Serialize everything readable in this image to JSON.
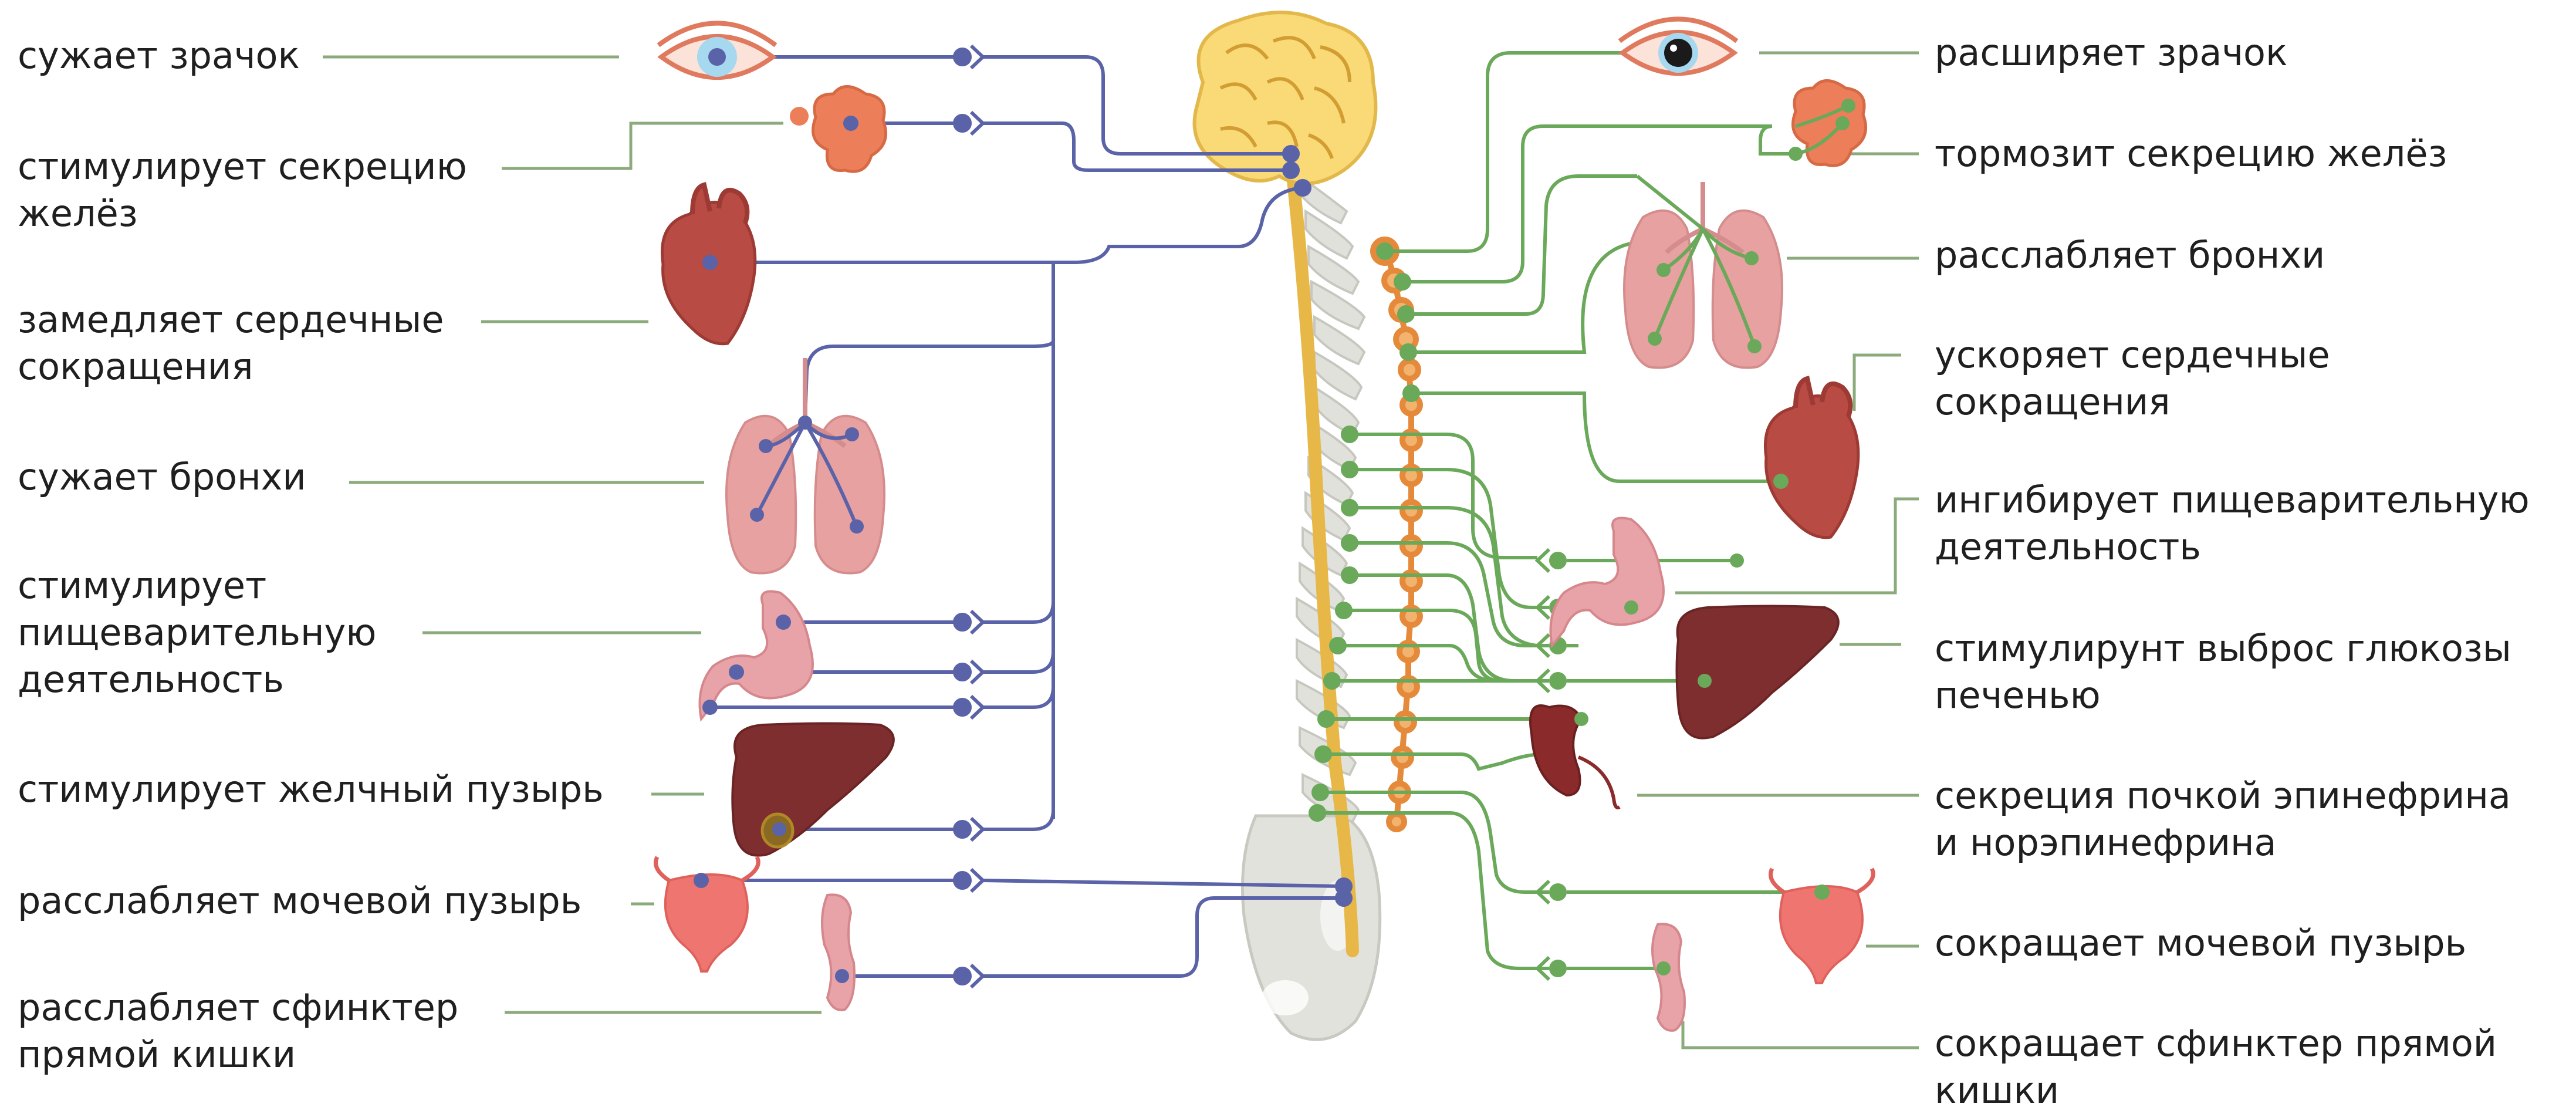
{
  "left_labels": [
    {
      "id": "l0",
      "lines": [
        "сужает зрачок"
      ]
    },
    {
      "id": "l1",
      "lines": [
        "стимулирует секрецию",
        "желёз"
      ]
    },
    {
      "id": "l2",
      "lines": [
        "замедляет сердечные",
        "сокращения"
      ]
    },
    {
      "id": "l3",
      "lines": [
        "сужает бронхи"
      ]
    },
    {
      "id": "l4",
      "lines": [
        "стимулирует",
        "пищеварительную",
        "деятельность"
      ]
    },
    {
      "id": "l5",
      "lines": [
        "стимулирует желчный пузырь"
      ]
    },
    {
      "id": "l6",
      "lines": [
        "расслабляет мочевой пузырь"
      ]
    },
    {
      "id": "l7",
      "lines": [
        "расслабляет сфинктер",
        "прямой кишки"
      ]
    }
  ],
  "right_labels": [
    {
      "id": "r0",
      "lines": [
        "расширяет зрачок"
      ]
    },
    {
      "id": "r1",
      "lines": [
        "тормозит секрецию желёз"
      ]
    },
    {
      "id": "r2",
      "lines": [
        "расслабляет бронхи"
      ]
    },
    {
      "id": "r3",
      "lines": [
        "ускоряет сердечные",
        "сокращения"
      ]
    },
    {
      "id": "r4",
      "lines": [
        "ингибирует пищеварительную",
        "деятельность"
      ]
    },
    {
      "id": "r5",
      "lines": [
        "стимулирунт выброс глюкозы",
        "печенью"
      ]
    },
    {
      "id": "r6",
      "lines": [
        "секреция почкой эпинефрина",
        "и норэпинефрина"
      ]
    },
    {
      "id": "r7",
      "lines": [
        "сокращает мочевой пузырь"
      ]
    },
    {
      "id": "r8",
      "lines": [
        "сокращает сфинктер прямой",
        "кишки"
      ]
    }
  ],
  "colors": {
    "parasympathetic": "#5a62a8",
    "sympathetic": "#6aa85a",
    "leader": "#7da36d",
    "spinal_cord": "#e7b847",
    "sympathetic_chain": "#e58a3a",
    "brain": "#f7d774",
    "bone": "#dcdcd6"
  },
  "icons": [
    "eye-icon",
    "gland-icon",
    "heart-icon",
    "lungs-icon",
    "stomach-icon",
    "liver-icon",
    "bladder-icon",
    "rectum-icon",
    "kidney-icon",
    "brain-icon",
    "spine-icon",
    "pelvis-icon"
  ]
}
